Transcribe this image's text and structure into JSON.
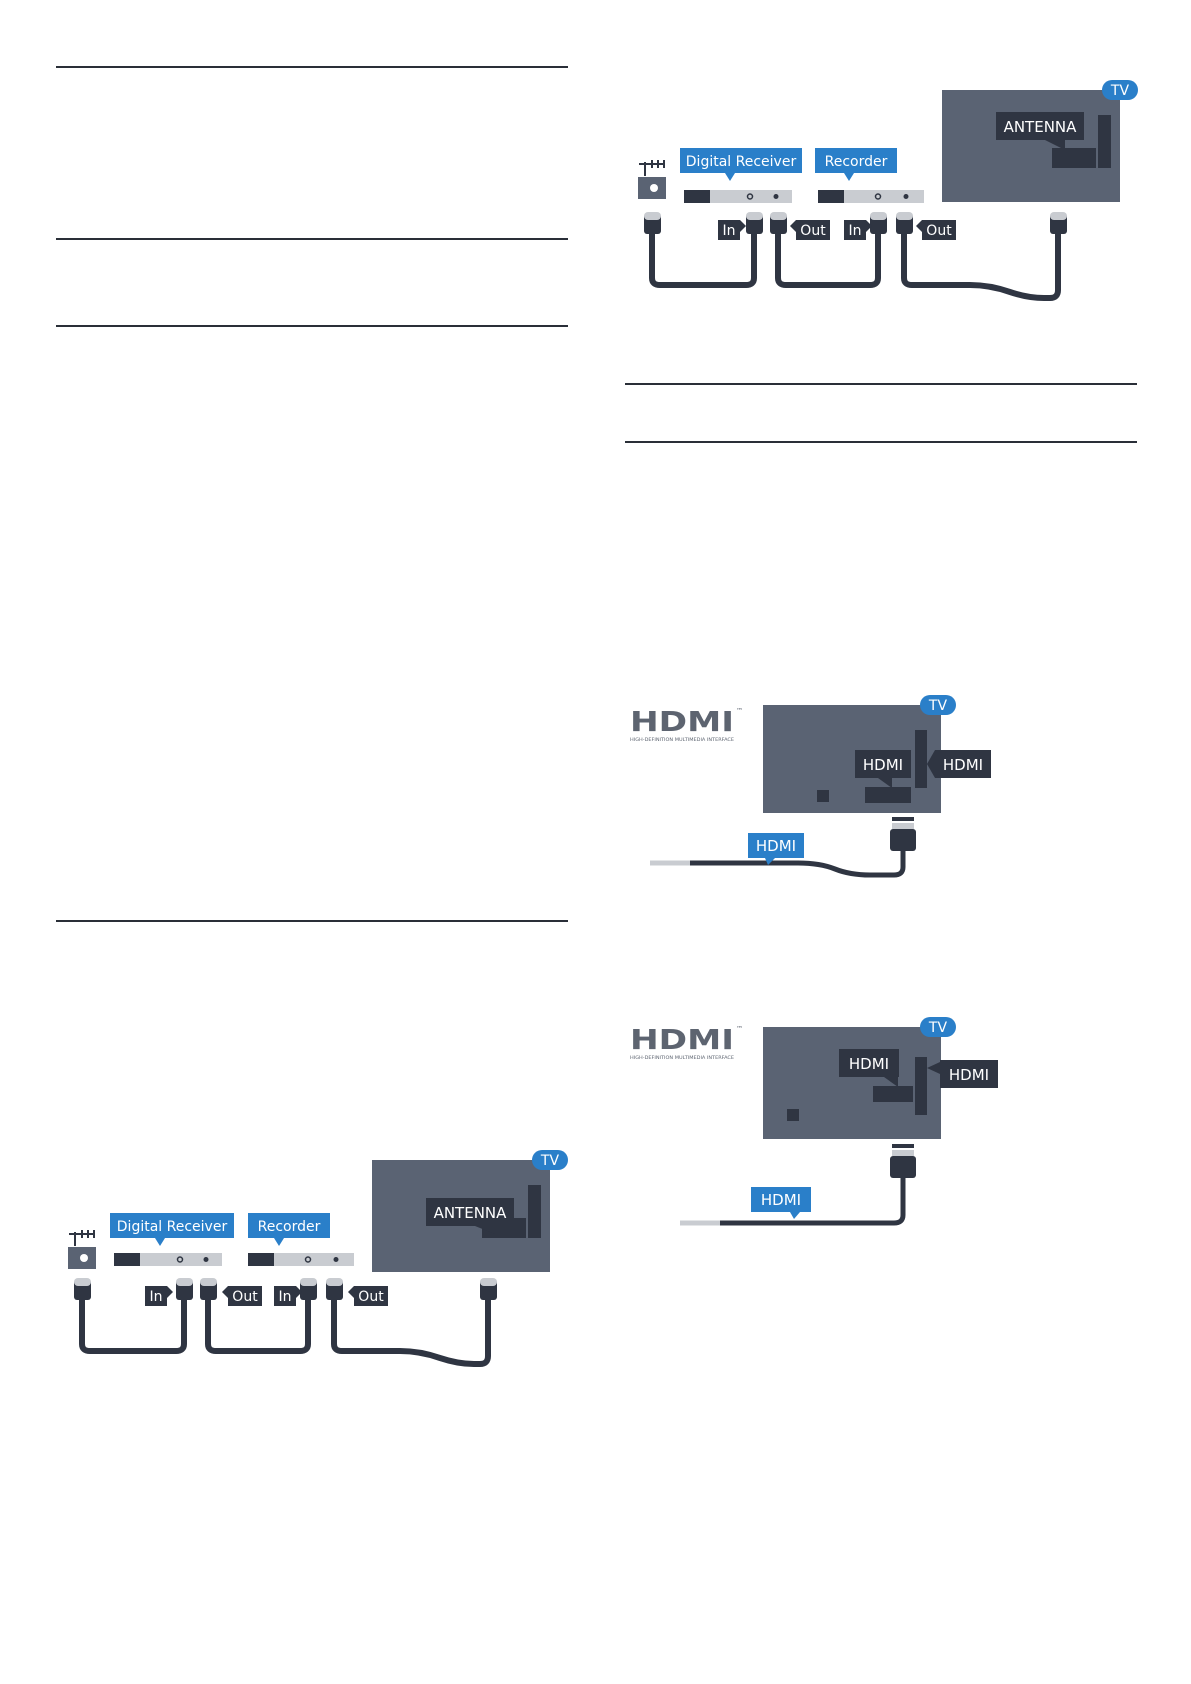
{
  "diagrams": {
    "antenna_chain": {
      "receiver_label": "Digital Receiver",
      "recorder_label": "Recorder",
      "tv_badge": "TV",
      "antenna_label": "ANTENNA",
      "in_label": "In",
      "out_label": "Out"
    },
    "hdmi_connection": {
      "logo_text": "HDMI",
      "logo_tm": "™",
      "logo_subtitle": "HIGH-DEFINITION MULTIMEDIA INTERFACE",
      "tv_badge": "TV",
      "port_label": "HDMI",
      "side_label": "HDMI",
      "cable_label": "HDMI"
    }
  },
  "colors": {
    "accent": "#2a7fc9",
    "tv_body": "#5a6373",
    "dark": "#2f3542",
    "device_bar": "#565e6c",
    "connector": "#c9ccd1"
  }
}
